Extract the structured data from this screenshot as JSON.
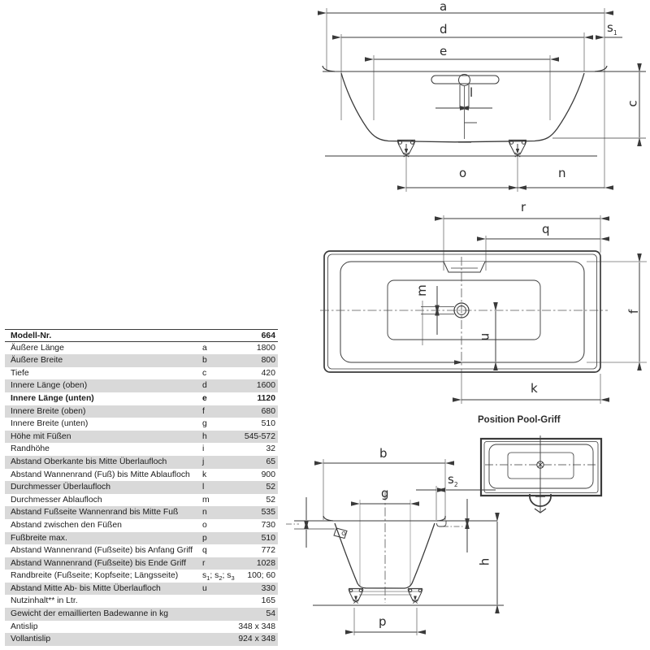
{
  "table": {
    "rows": [
      {
        "label": "Modell-Nr.",
        "sym": "",
        "value": "664",
        "bold": true,
        "first": true
      },
      {
        "label": "Äußere Länge",
        "sym": "a",
        "value": "1800",
        "bold": false
      },
      {
        "label": "Äußere Breite",
        "sym": "b",
        "value": "800",
        "bold": false
      },
      {
        "label": "Tiefe",
        "sym": "c",
        "value": "420",
        "bold": false
      },
      {
        "label": "Innere Länge (oben)",
        "sym": "d",
        "value": "1600",
        "bold": false
      },
      {
        "label": "Innere Länge (unten)",
        "sym": "e",
        "value": "1120",
        "bold": true
      },
      {
        "label": "Innere Breite (oben)",
        "sym": "f",
        "value": "680",
        "bold": false
      },
      {
        "label": "Innere Breite (unten)",
        "sym": "g",
        "value": "510",
        "bold": false
      },
      {
        "label": "Höhe mit Füßen",
        "sym": "h",
        "value": "545-572",
        "bold": false
      },
      {
        "label": "Randhöhe",
        "sym": "i",
        "value": "32",
        "bold": false
      },
      {
        "label": "Abstand Oberkante bis Mitte Überlaufloch",
        "sym": "j",
        "value": "65",
        "bold": false
      },
      {
        "label": "Abstand Wannenrand (Fuß) bis Mitte Ablaufloch",
        "sym": "k",
        "value": "900",
        "bold": false
      },
      {
        "label": "Durchmesser Überlaufloch",
        "sym": "l",
        "value": "52",
        "bold": false
      },
      {
        "label": "Durchmesser Ablaufloch",
        "sym": "m",
        "value": "52",
        "bold": false
      },
      {
        "label": "Abstand Fußseite Wannenrand bis Mitte Fuß",
        "sym": "n",
        "value": "535",
        "bold": false
      },
      {
        "label": "Abstand zwischen den Füßen",
        "sym": "o",
        "value": "730",
        "bold": false
      },
      {
        "label": "Fußbreite max.",
        "sym": "p",
        "value": "510",
        "bold": false
      },
      {
        "label": "Abstand Wannenrand (Fußseite) bis Anfang Griff",
        "sym": "q",
        "value": "772",
        "bold": false
      },
      {
        "label": "Abstand Wannenrand (Fußseite) bis Ende Griff",
        "sym": "r",
        "value": "1028",
        "bold": false
      },
      {
        "label": "Randbreite (Fußseite; Kopfseite; Längsseite)",
        "sym": "s_1; s_2; s_3",
        "value": "100; 60",
        "bold": false
      },
      {
        "label": "Abstand Mitte Ab- bis Mitte Überlaufloch",
        "sym": "u",
        "value": "330",
        "bold": false
      },
      {
        "label": "Nutzinhalt** in Ltr.",
        "sym": "",
        "value": "165",
        "bold": false
      },
      {
        "label": "Gewicht der emaillierten Badewanne in kg",
        "sym": "",
        "value": "54",
        "bold": false
      },
      {
        "label": "Antislip",
        "sym": "",
        "value": "348 x 348",
        "bold": false
      },
      {
        "label": "Vollantislip",
        "sym": "",
        "value": "924 x 348",
        "bold": false
      }
    ]
  },
  "drawings": {
    "side_view": {
      "labels": {
        "a": "a",
        "d": "d",
        "e": "e",
        "s1": "s_1",
        "l": "l",
        "c": "c",
        "o": "o",
        "n": "n"
      }
    },
    "top_view": {
      "labels": {
        "r": "r",
        "q": "q",
        "m": "m",
        "u": "u",
        "f": "f",
        "k": "k"
      }
    },
    "cross_section": {
      "labels": {
        "b": "b",
        "s2": "s_2",
        "g": "g",
        "h": "h",
        "p": "p"
      }
    },
    "pool_grip": {
      "title": "Position Pool-Griff"
    }
  }
}
